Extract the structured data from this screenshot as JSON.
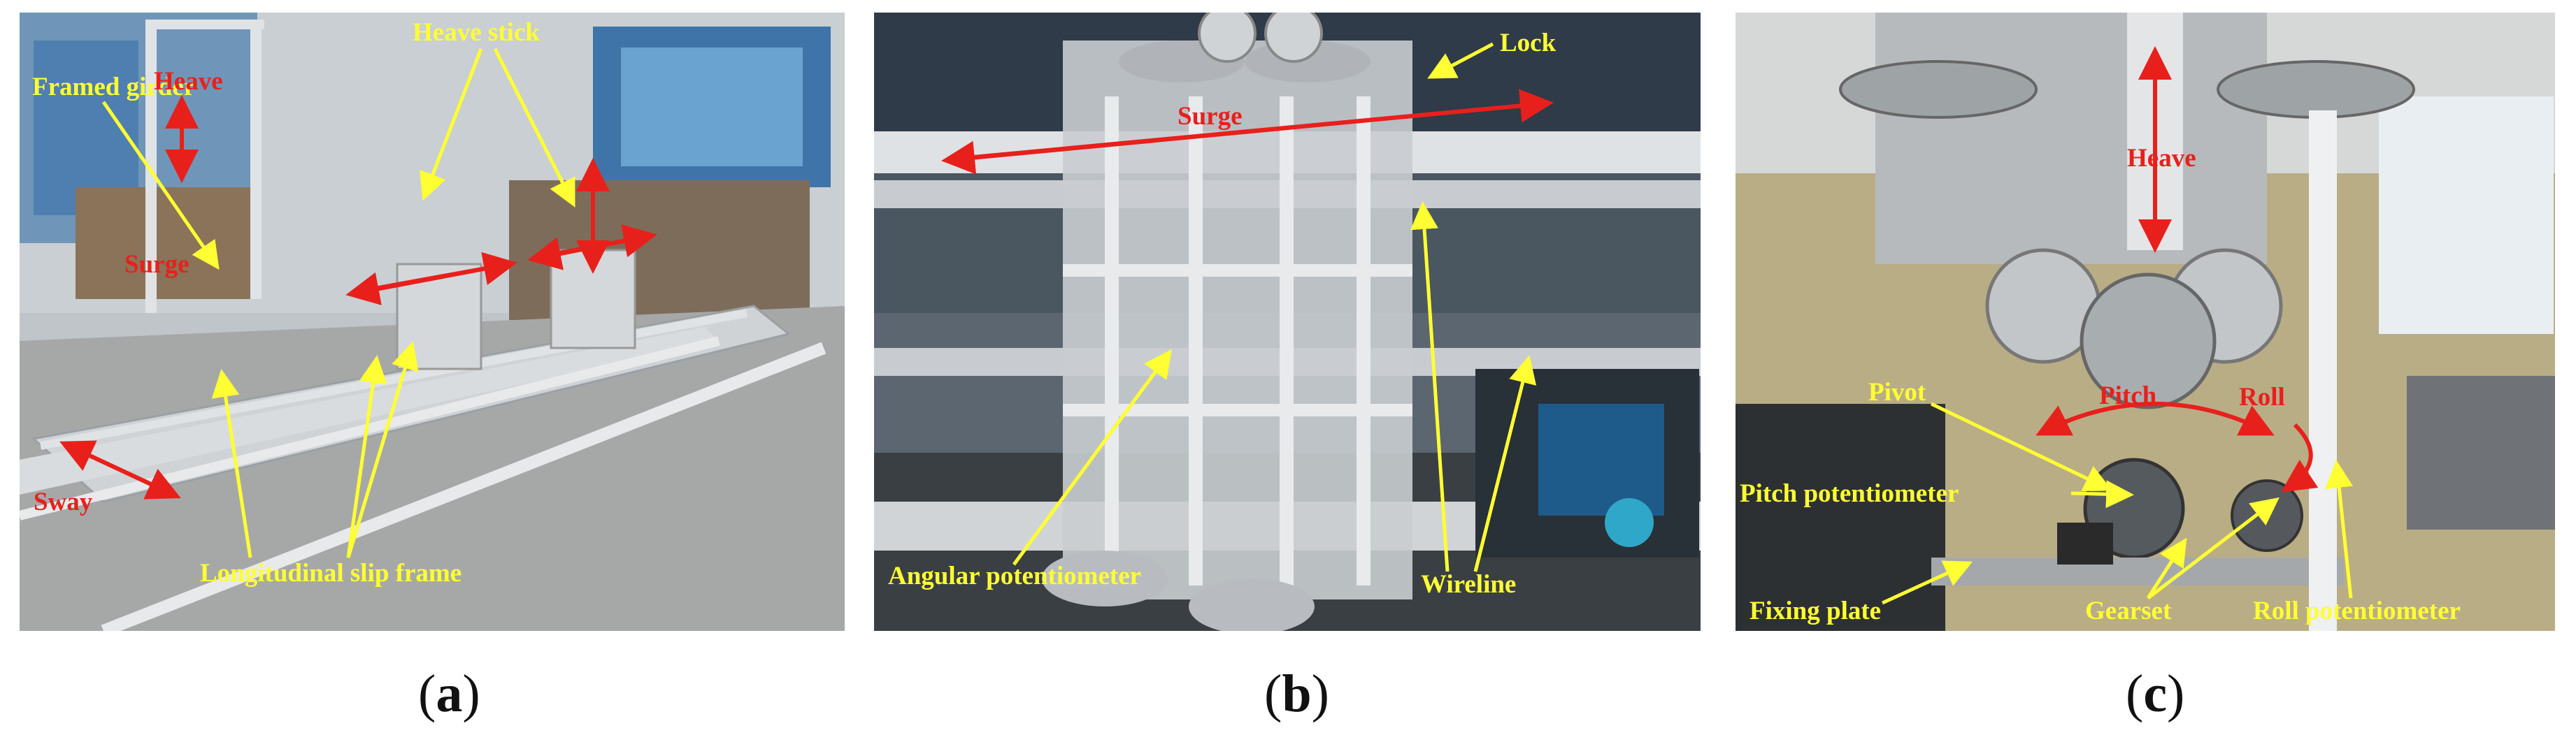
{
  "panels": [
    {
      "letter": "a",
      "labels": {
        "heave_stick": "Heave stick",
        "framed_girder": "Framed girder",
        "heave": "Heave",
        "surge": "Surge",
        "sway": "Sway",
        "longitudinal_slip_frame": "Longitudinal slip frame"
      }
    },
    {
      "letter": "b",
      "labels": {
        "lock": "Lock",
        "surge": "Surge",
        "angular_potentiometer": "Angular potentiometer",
        "wireline": "Wireline"
      }
    },
    {
      "letter": "c",
      "labels": {
        "heave": "Heave",
        "pivot": "Pivot",
        "pitch": "Pitch",
        "roll": "Roll",
        "pitch_potentiometer": "Pitch potentiometer",
        "fixing_plate": "Fixing plate",
        "gearset": "Gearset",
        "roll_potentiometer": "Roll potentiometer"
      }
    }
  ],
  "colors": {
    "label": "#ffff33",
    "motion_arrow": "#e8201c",
    "pointer": "#ffff33"
  }
}
